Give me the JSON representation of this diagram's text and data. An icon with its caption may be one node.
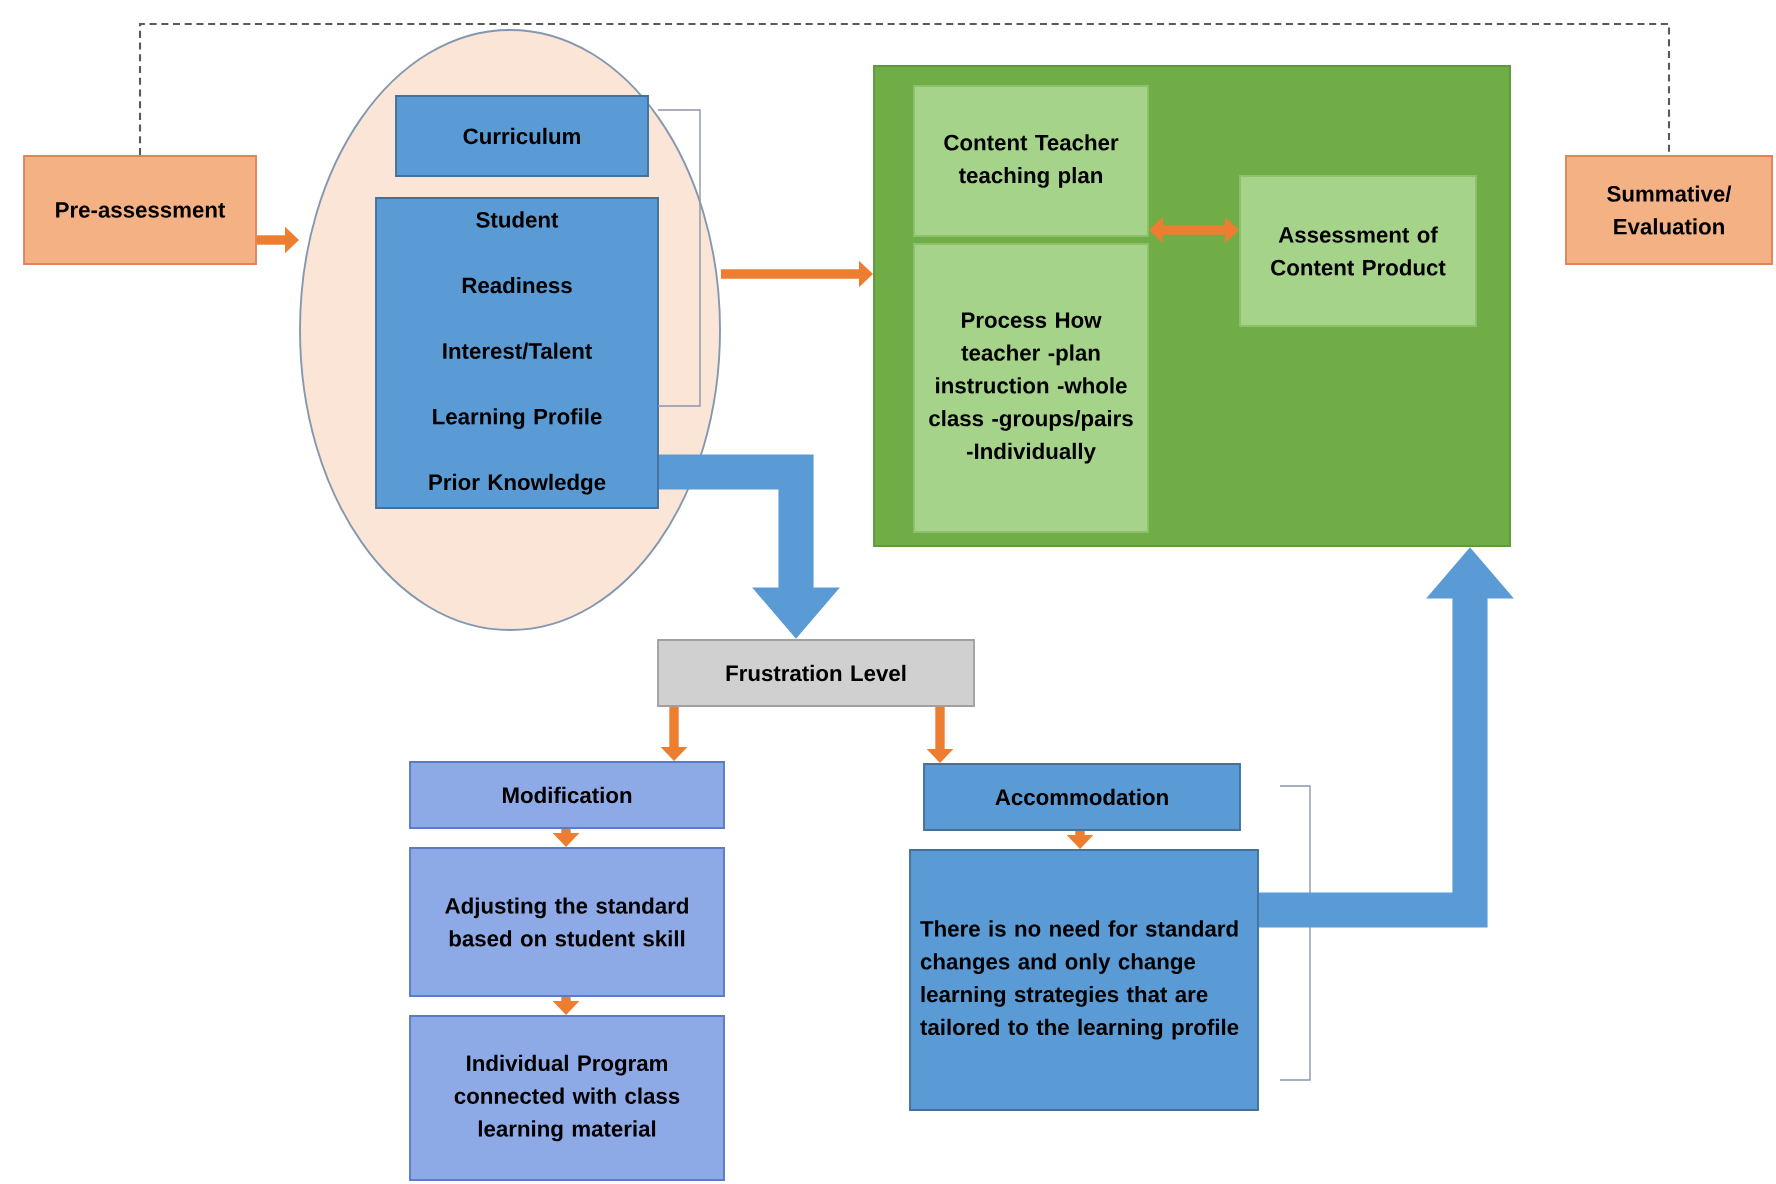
{
  "diagram": {
    "nodes": [
      {
        "text": [
          "Pre-assessment"
        ]
      },
      {
        "text": [],
        "shape": "ellipse"
      },
      {
        "text": [
          "Curriculum"
        ],
        "in": 1
      },
      {
        "text": [
          "Student",
          "Readiness",
          "Interest/Talent",
          "Learning Profile",
          "Prior Knowledge"
        ],
        "in": 1
      },
      {
        "text": [],
        "shape": "box"
      },
      {
        "text": [
          "Content Teacher teaching plan"
        ],
        "in": 4
      },
      {
        "text": [
          "Process How teacher -plan instruction -whole class -groups/pairs -Individually"
        ],
        "in": 4
      },
      {
        "text": [
          "Assessment of Content Product"
        ],
        "in": 4
      },
      {
        "text": [
          "Summative/ Evaluation"
        ]
      },
      {
        "text": [
          "Frustration Level"
        ]
      },
      {
        "text": [
          "Modification"
        ]
      },
      {
        "text": [
          "Adjusting the standard based on student skill"
        ]
      },
      {
        "text": [
          "Individual Program connected with class learning material"
        ]
      },
      {
        "text": [
          "Accommodation"
        ]
      },
      {
        "text": [
          "There is no need for standard changes and only change learning strategies that are tailored to the learning profile"
        ]
      }
    ],
    "edges": [
      {
        "from": 0,
        "to": 1,
        "arrow": "to"
      },
      {
        "from": 1,
        "to": 4,
        "arrow": "to"
      },
      {
        "from": 5,
        "to": 7,
        "arrow": "both"
      },
      {
        "from": 0,
        "to": 8,
        "arrow": "none",
        "style": "dashed",
        "color": "#595959"
      },
      {
        "from": 3,
        "to": 9,
        "arrow": "to",
        "style": "thick",
        "color": "#5b9bd5"
      },
      {
        "from": 9,
        "to": 10,
        "arrow": "to"
      },
      {
        "from": 9,
        "to": 13,
        "arrow": "to"
      },
      {
        "from": 10,
        "to": 11,
        "arrow": "to"
      },
      {
        "from": 11,
        "to": 12,
        "arrow": "to"
      },
      {
        "from": 13,
        "to": 14,
        "arrow": "to"
      },
      {
        "from": 14,
        "to": 4,
        "arrow": "to",
        "style": "thick",
        "color": "#5b9bd5"
      }
    ]
  }
}
